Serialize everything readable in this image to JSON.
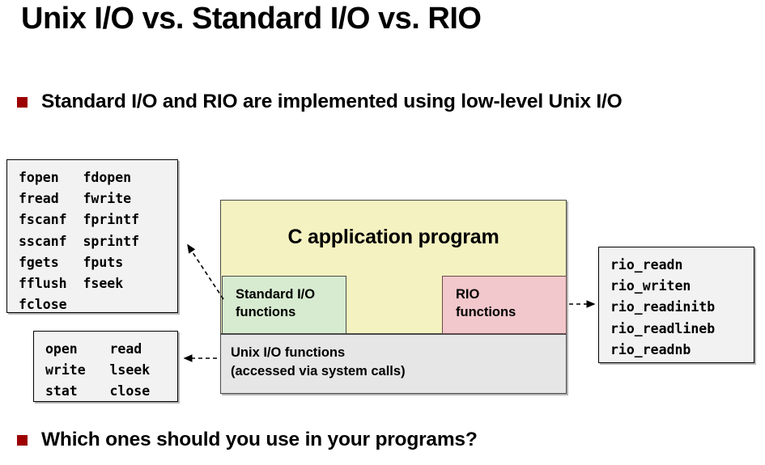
{
  "slide": {
    "title": "Unix I/O vs. Standard I/O vs. RIO",
    "bullet_marker_color": "#9c0000",
    "bullets": [
      {
        "text": "Standard I/O and RIO are implemented using low-level Unix I/O"
      },
      {
        "text": "Which ones should you use in your programs?"
      }
    ]
  },
  "stdio_functions_box": {
    "name": "Standard I/O function list",
    "background": "#f2f2f2",
    "lines": [
      "fopen   fdopen",
      "fread   fwrite",
      "fscanf  fprintf",
      "sscanf  sprintf",
      "fgets   fputs",
      "fflush  fseek",
      "fclose"
    ]
  },
  "unix_functions_box": {
    "name": "Unix I/O function list",
    "background": "#f2f2f2",
    "lines": [
      "open    read",
      "write   lseek",
      "stat    close"
    ]
  },
  "rio_functions_box": {
    "name": "RIO function list",
    "background": "#f2f2f2",
    "lines": [
      "rio_readn",
      "rio_writen",
      "rio_readinitb",
      "rio_readlineb",
      "rio_readnb"
    ]
  },
  "diagram": {
    "application_layer": {
      "label": "C application program",
      "color": "#f4f2c0"
    },
    "standard_io_layer": {
      "label_line1": "Standard I/O",
      "label_line2": "functions",
      "color": "#d7ebd0"
    },
    "rio_layer": {
      "label_line1": "RIO",
      "label_line2": "functions",
      "color": "#f2c8cc"
    },
    "unix_io_layer": {
      "label_line1": "Unix I/O functions",
      "label_line2": "(accessed via system calls)",
      "color": "#e6e6e6"
    }
  },
  "connectors": [
    {
      "name": "stdio-connector",
      "style": "dashed",
      "direction": "up-left"
    },
    {
      "name": "rio-connector",
      "style": "dashed",
      "direction": "right"
    },
    {
      "name": "unix-connector",
      "style": "dashed",
      "direction": "left"
    }
  ]
}
